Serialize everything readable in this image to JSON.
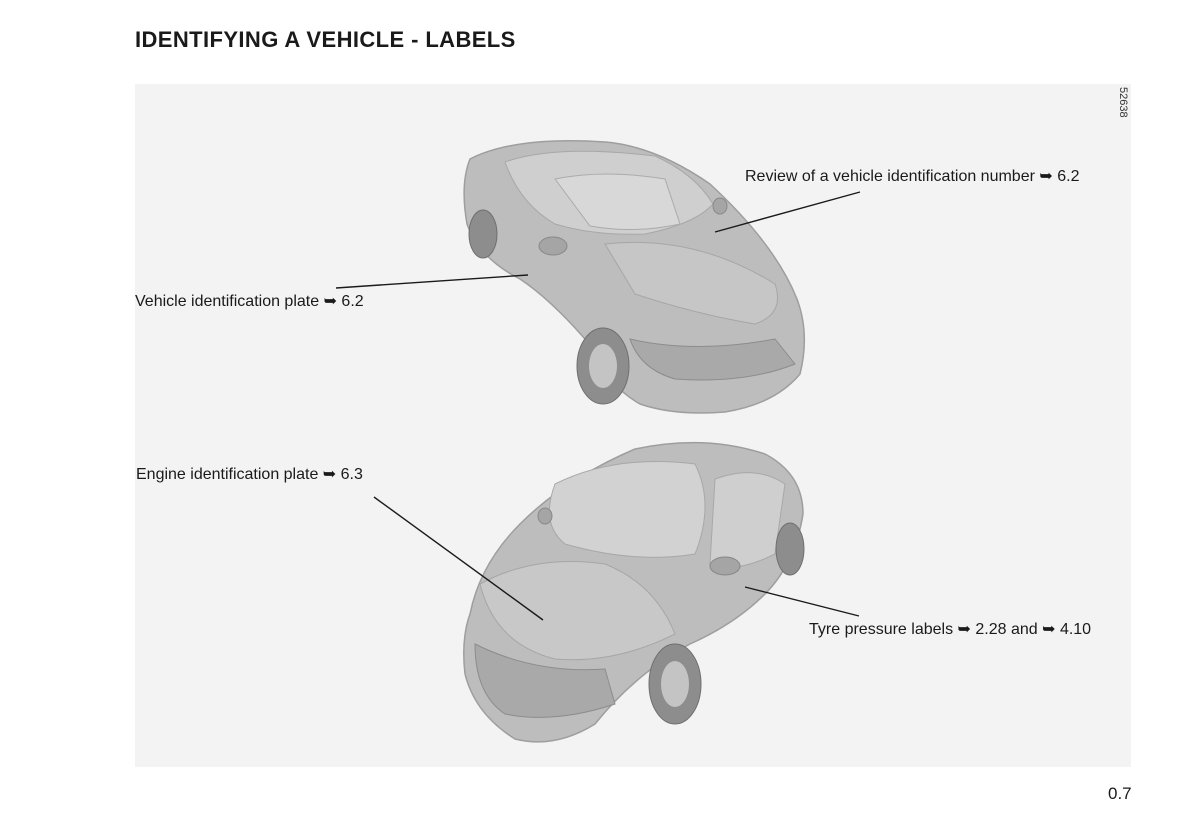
{
  "page": {
    "title": "IDENTIFYING A VEHICLE - LABELS",
    "figure_ref": "52638",
    "page_number": "0.7"
  },
  "callouts": {
    "review_vin": "Review of a vehicle identification number ➥ 6.2",
    "vehicle_plate": "Vehicle identification plate ➥ 6.2",
    "engine_plate": "Engine identification plate ➥ 6.3",
    "tyre_labels": "Tyre pressure labels ➥ 2.28 and ➥ 4.10"
  },
  "colors": {
    "panel_bg": "#f3f3f3",
    "car_body": "#bdbdbd",
    "car_shade": "#9e9e9e",
    "glass": "#d6d6d6",
    "leader_line": "#1a1a1a"
  }
}
